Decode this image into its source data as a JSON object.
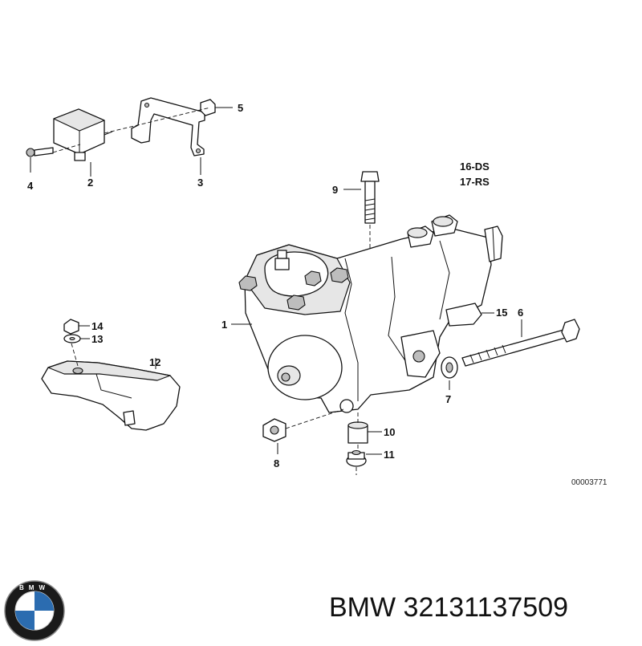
{
  "diagram": {
    "callouts": {
      "c1": "1",
      "c2": "2",
      "c3": "3",
      "c4": "4",
      "c5": "5",
      "c6": "6",
      "c7": "7",
      "c8": "8",
      "c9": "9",
      "c10": "10",
      "c11": "11",
      "c12": "12",
      "c13": "13",
      "c14": "14",
      "c15": "15"
    },
    "variants": {
      "ds": "16-DS",
      "rs": "17-RS"
    },
    "drawing_code": "00003771"
  },
  "footer": {
    "brand": "BMW",
    "part_number": "32131137509",
    "logo_letters": "BMW"
  },
  "colors": {
    "line": "#111111",
    "logo_blue": "#2b6cb0",
    "logo_ring": "#1a1a1a"
  }
}
